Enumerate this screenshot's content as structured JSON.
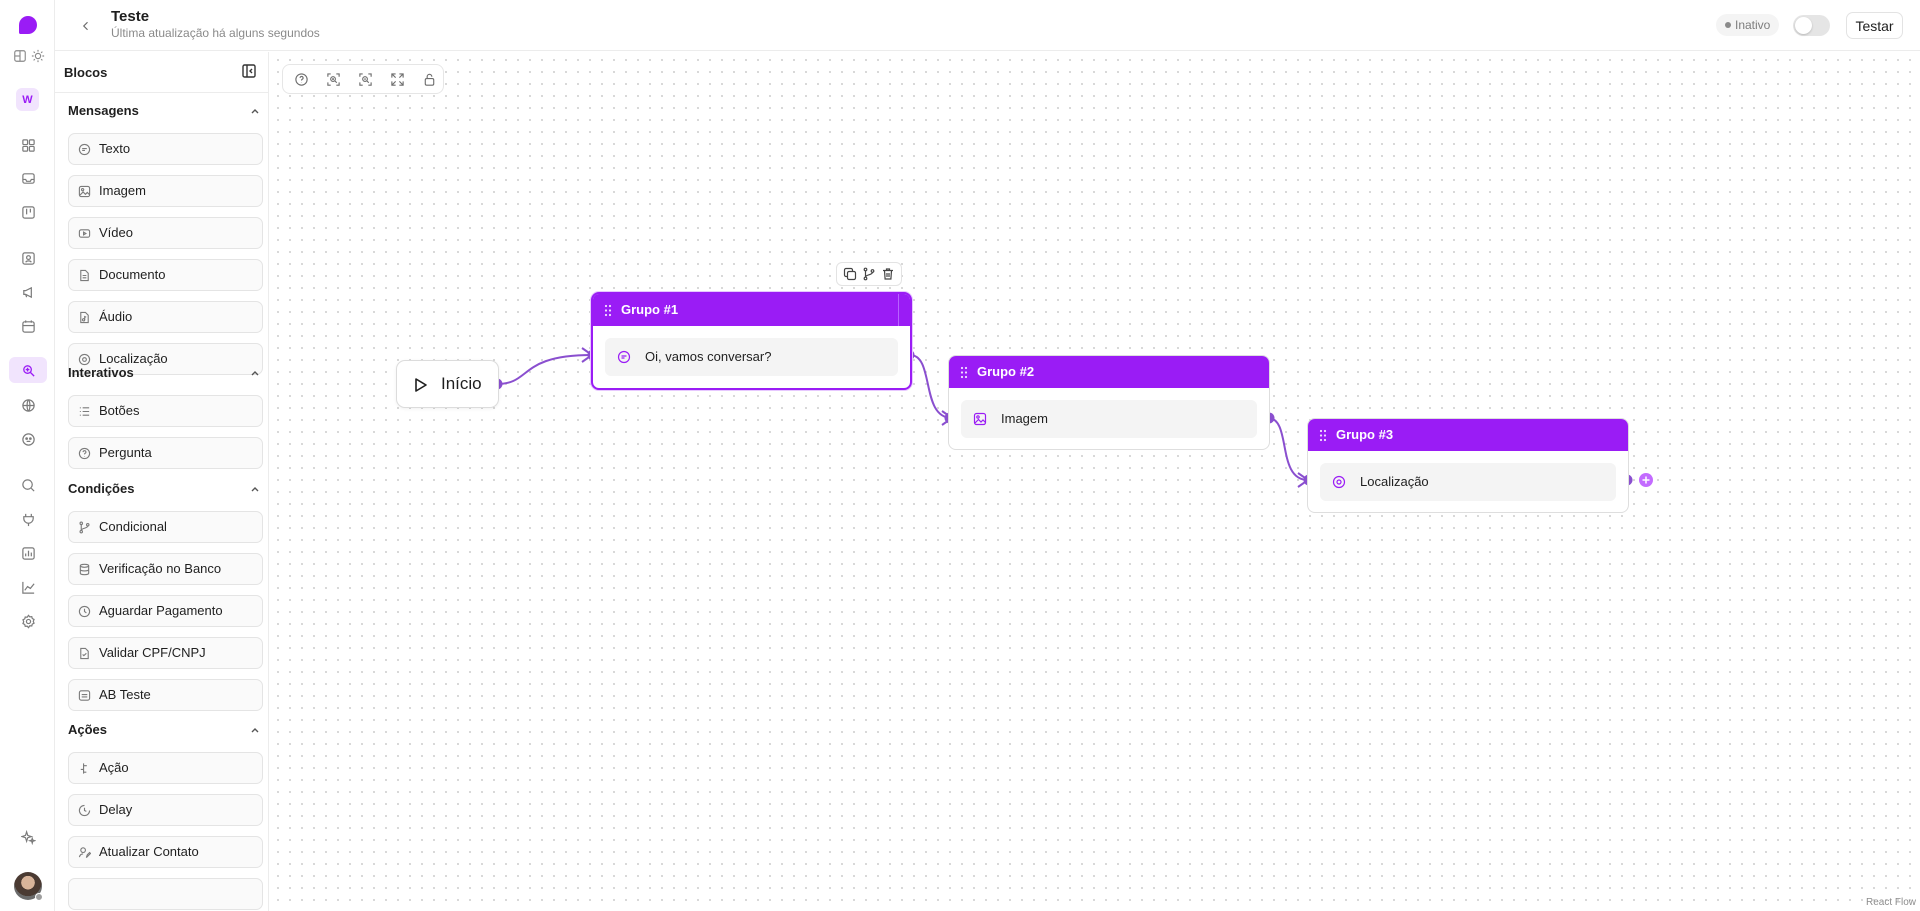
{
  "header": {
    "title": "Teste",
    "subtitle": "Última atualização há alguns segundos",
    "status": "Inativo",
    "test_button": "Testar"
  },
  "rail": {
    "workspace_initial": "W",
    "icons": [
      "grid-icon",
      "inbox-icon",
      "kanban-icon",
      "contacts-icon",
      "megaphone-icon",
      "calendar-icon",
      "flows-icon",
      "globe-icon",
      "robot-icon",
      "chat-search-icon",
      "plug-icon",
      "reports-icon",
      "chart-icon",
      "settings-icon",
      "sparkle-icon"
    ],
    "active_icon": "flows-icon"
  },
  "panel": {
    "title": "Blocos",
    "sections": [
      {
        "title": "Mensagens",
        "items": [
          {
            "label": "Texto",
            "icon": "message-icon"
          },
          {
            "label": "Imagem",
            "icon": "image-icon"
          },
          {
            "label": "Vídeo",
            "icon": "video-icon"
          },
          {
            "label": "Documento",
            "icon": "document-icon"
          },
          {
            "label": "Áudio",
            "icon": "audio-file-icon"
          },
          {
            "label": "Localização",
            "icon": "location-icon"
          }
        ]
      },
      {
        "title": "Interativos",
        "items": [
          {
            "label": "Botões",
            "icon": "list-icon"
          },
          {
            "label": "Pergunta",
            "icon": "question-icon"
          }
        ]
      },
      {
        "title": "Condições",
        "items": [
          {
            "label": "Condicional",
            "icon": "branch-icon"
          },
          {
            "label": "Verificação no Banco",
            "icon": "database-icon"
          },
          {
            "label": "Aguardar Pagamento",
            "icon": "clock-icon"
          },
          {
            "label": "Validar CPF/CNPJ",
            "icon": "id-document-icon"
          },
          {
            "label": "AB Teste",
            "icon": "ab-test-icon"
          }
        ]
      },
      {
        "title": "Ações",
        "items": [
          {
            "label": "Ação",
            "icon": "action-icon"
          },
          {
            "label": "Delay",
            "icon": "timer-icon"
          },
          {
            "label": "Atualizar Contato",
            "icon": "user-edit-icon"
          }
        ]
      }
    ]
  },
  "canvas": {
    "start_label": "Início",
    "groups": [
      {
        "title": "Grupo #1",
        "block_label": "Oi, vamos conversar?",
        "block_icon": "message-icon",
        "selected": true
      },
      {
        "title": "Grupo #2",
        "block_label": "Imagem",
        "block_icon": "image-icon",
        "selected": false
      },
      {
        "title": "Grupo #3",
        "block_label": "Localização",
        "block_icon": "location-icon",
        "selected": false
      }
    ],
    "controls": [
      "help-icon",
      "zoom-in-icon",
      "zoom-out-icon",
      "fit-view-icon",
      "lock-icon"
    ],
    "node_toolbar": [
      "copy-icon",
      "branch-icon",
      "trash-icon"
    ],
    "attribution": "React Flow"
  },
  "colors": {
    "accent": "#9a1cf5",
    "edge": "#8a4fcf",
    "handle": "#8a4fcf"
  }
}
